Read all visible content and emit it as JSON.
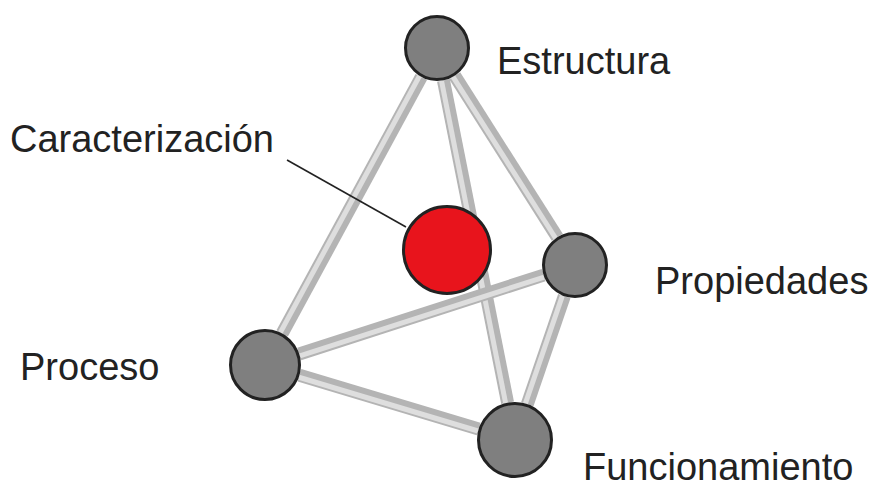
{
  "diagram": {
    "nodes": [
      {
        "text": [
          "Estructura"
        ]
      },
      {
        "text": [
          "Caracterización"
        ]
      },
      {
        "text": [
          "Propiedades"
        ]
      },
      {
        "text": [
          "Proceso"
        ]
      },
      {
        "text": [
          "Funcionamiento"
        ]
      }
    ],
    "edges": [
      {
        "from": 0,
        "to": 3,
        "arrow": "none"
      },
      {
        "from": 0,
        "to": 4,
        "arrow": "none"
      },
      {
        "from": 0,
        "to": 2,
        "arrow": "none"
      },
      {
        "from": 3,
        "to": 2,
        "arrow": "none"
      },
      {
        "from": 3,
        "to": 4,
        "arrow": "none"
      },
      {
        "from": 2,
        "to": 4,
        "arrow": "none"
      }
    ]
  }
}
